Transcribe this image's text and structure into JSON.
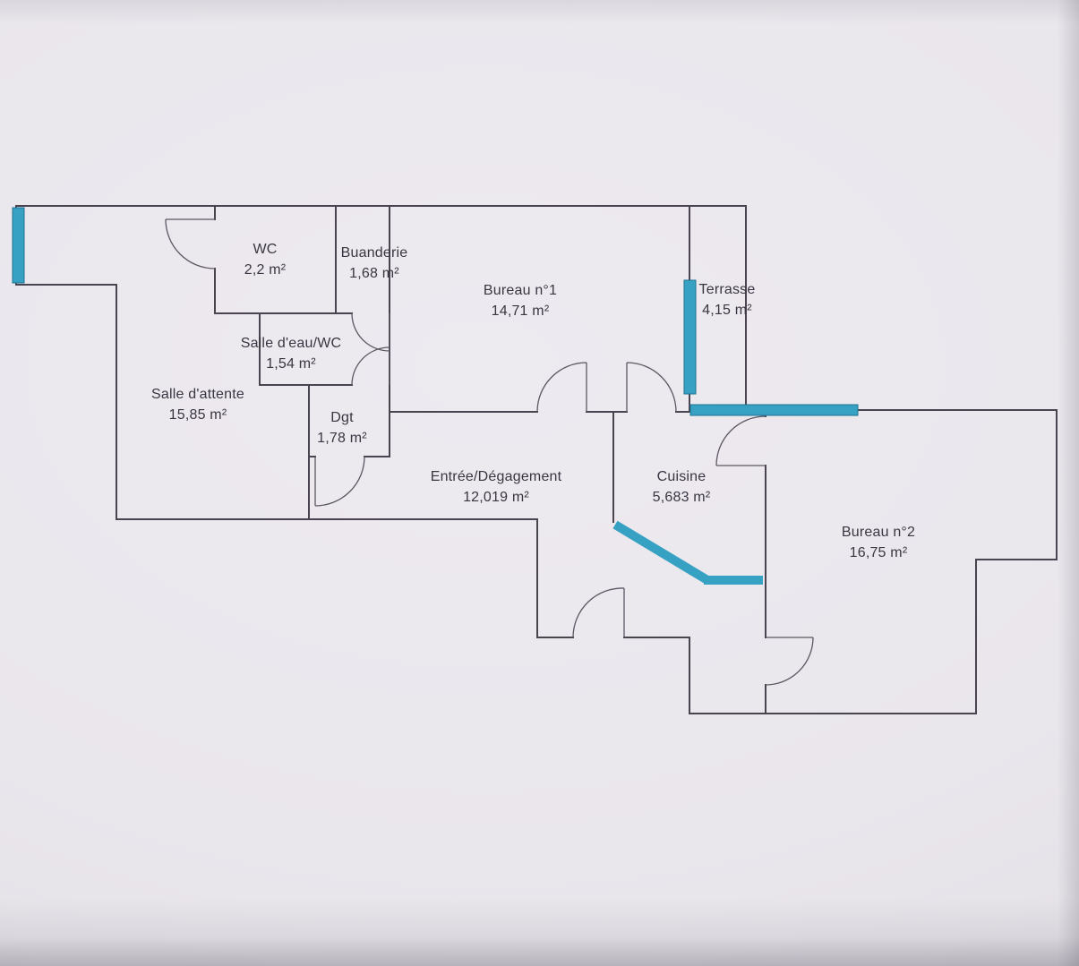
{
  "colors": {
    "paper": "#e9e6ec",
    "wall": "#4a4450",
    "door": "#5d5763",
    "window_fill": "#37a1c3",
    "window_border": "#1d7390",
    "text": "#3a3642"
  },
  "rooms": [
    {
      "name": "WC",
      "area": "2,2 m²"
    },
    {
      "name": "Buanderie",
      "area": "1,68 m²"
    },
    {
      "name": "Bureau n°1",
      "area": "14,71 m²"
    },
    {
      "name": "Terrasse",
      "area": "4,15 m²"
    },
    {
      "name": "Salle d'eau/WC",
      "area": "1,54 m²"
    },
    {
      "name": "Salle d'attente",
      "area": "15,85 m²"
    },
    {
      "name": "Dgt",
      "area": "1,78 m²"
    },
    {
      "name": "Entrée/Dégagement",
      "area": "12,019 m²"
    },
    {
      "name": "Cuisine",
      "area": "5,683 m²"
    },
    {
      "name": "Bureau n°2",
      "area": "16,75 m²"
    }
  ],
  "windows": [
    {
      "name": "left-window"
    },
    {
      "name": "terrasse-window"
    },
    {
      "name": "bureau2-top-window"
    },
    {
      "name": "cuisine-diagonal-window"
    },
    {
      "name": "cuisine-horizontal-window"
    }
  ]
}
